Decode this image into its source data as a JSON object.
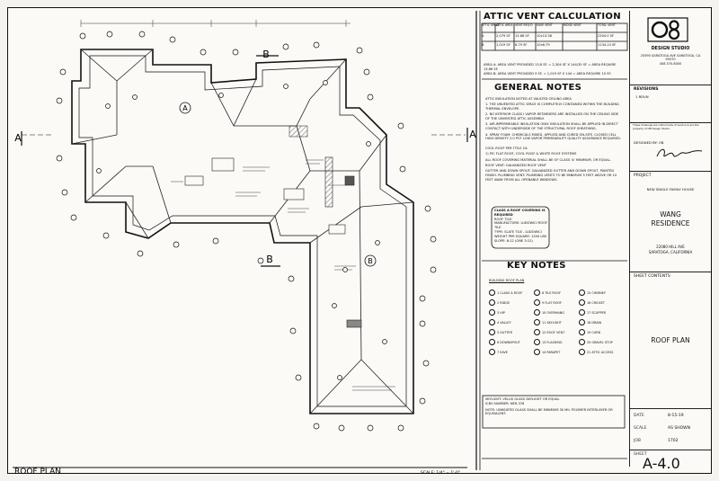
{
  "attic": {
    "title": "ATTIC VENT CALCULATION",
    "headers": [
      "ATTIC SPACE",
      "ATTIC AREA",
      "VENT REQ'D",
      "EAVE VENT",
      "RIDGE VENT",
      "TOTAL VENT"
    ],
    "rows": [
      [
        "A",
        "2,079 SF",
        "13.86 SF",
        "10x13.36",
        "",
        "2304.0 SF"
      ],
      [
        "B",
        "1,019 SF",
        "6.79 SF",
        "10x6.79",
        "",
        "1134.10 SF"
      ]
    ],
    "calc_lines": [
      "AREA A: AREA VENT PROVIDED 13.8 SF. = 2,304 SF X 144/35 SF = AREA REQUIRE 13.86 SF.",
      "AREA B: AREA VENT PROVIDED 9 SF. = 1,019 SF X 144 = AREA REQUIRE 10 SF."
    ]
  },
  "general_notes": {
    "title": "GENERAL NOTES",
    "items": [
      "ATTIC INSULATION NOTED AT VAULTED CEILING AREA",
      "1. THE UNVENTED ATTIC SPACE IS COMPLETELY CONTAINED WITHIN THE BUILDING THERMAL ENVELOPE.",
      "2. NO INTERIOR CLASS I VAPOR RETARDERS ARE INSTALLED ON THE CEILING SIDE OF THE UNVENTED ATTIC ASSEMBLY.",
      "3. AIR-IMPERMEABLE INSULATION ONLY. INSULATION SHALL BE APPLIED IN DIRECT CONTACT WITH UNDERSIDE OF THE STRUCTURAL ROOF SHEATHING.",
      "4. SPRAY FOAM: CHEMICALS MIXED, APPLIED AND CURED ON-SITE. CLOSED CELL HIGH DENSITY 2.0 PCF LOW VAPOR PERMEABILITY QUALITY ASSURANCE REQUIRED.",
      "COOL ROOF PER TITLE 24:",
      "1) PIC FLAT ROOF, COOL ROOF & WHITE ROOF SYSTEMS",
      "ALL ROOF COVERING MATERIAL SHALL BE OF CLASS 'A' MINIMUM, OR EQUAL.",
      "ROOF VENT: GALVANIZED ROOF VENT",
      "GUTTER AND DOWN SPOUT: GALVANIZED GUTTER AND DOWN SPOUT, PAINTED FINISH. PLUMBING VENT: PLUMBING VENTS TO BE MINIMUM 3 FEET ABOVE OR 10 FEET AWAY FROM ALL OPENABLE WINDOWS."
    ],
    "callout_title": "CLASS A ROOF COVERING IS REQUIRED",
    "callout_items": [
      "ROOF TILE:",
      "MANUFACTURE: LUDOWICI ROOF TILE",
      "TYPE: SLATE TILE - LUDOWICI",
      "WEIGHT PER SQUARE: 1200 LBS",
      "SLOPE: 8:12 (ONE 3:12)"
    ]
  },
  "key_notes": {
    "title": "KEY NOTES",
    "subtitle": "BUILDING ROOF PLAN",
    "items": [
      "1 CLASS A ROOF",
      "2 RIDGE",
      "3 HIP",
      "4 VALLEY",
      "5 GUTTER",
      "6 DOWNSPOUT",
      "7 EAVE",
      "8 TILE ROOF",
      "9 FLAT ROOF",
      "10 OVERHANG",
      "11 SKYLIGHT",
      "12 ROOF VENT",
      "13 FLASHING",
      "14 PARAPET",
      "15 CHIMNEY",
      "16 CRICKET",
      "17 SCUPPER",
      "18 DRAIN",
      "19 CURB",
      "20 GRAVEL STOP",
      "21 ATTIC ACCESS"
    ],
    "footer_lines": [
      "SKYLIGHT: VELUX GLASS SKYLIGHT OR EQUAL",
      "ICBO NUMBER: NER-378",
      "NOTE: UNHEATED GLASS SHALL BE MINIMUM 30 MIL POLYMER INTERLAYER OR EQUIVALENT."
    ]
  },
  "title_block": {
    "studio_name": "DESIGN STUDIO",
    "studio_addr": "20590 SARATOGA AVE SARATOGA, CA 95070",
    "studio_web": "408.370.8000",
    "revisions_label": "REVISIONS",
    "revision_item": "1 RDVN",
    "disclaimer": "These drawings are instruments of service & are the property of OB Design Studio.",
    "designed_by_label": "DESIGNED BY: OB",
    "project_label": "PROJECT",
    "project_type": "NEW SINGLE FAMILY HOUSE",
    "project_name_1": "WANG",
    "project_name_2": "RESIDENCE",
    "address_1": "22080 HILL AVE",
    "address_2": "SARATOGA, CALIFORNIA",
    "sheet_contents_label": "SHEET CONTENTS",
    "sheet_contents": "ROOF PLAN",
    "date_label": "DATE",
    "date_value": "8-15-19",
    "scale_label": "SCALE",
    "scale_value": "AS SHOWN",
    "job_label": "JOB",
    "job_value": "1702",
    "sheet_label": "SHEET",
    "sheet_number": "A-4.0"
  },
  "plan": {
    "title": "ROOF PLAN",
    "scale_note": "SCALE: 1/4\" = 1'-0\"",
    "area_a_label": "A",
    "area_b_label": "B",
    "section_a": "A",
    "section_b": "B",
    "section_a_left": "A",
    "section_a_right": "A"
  }
}
